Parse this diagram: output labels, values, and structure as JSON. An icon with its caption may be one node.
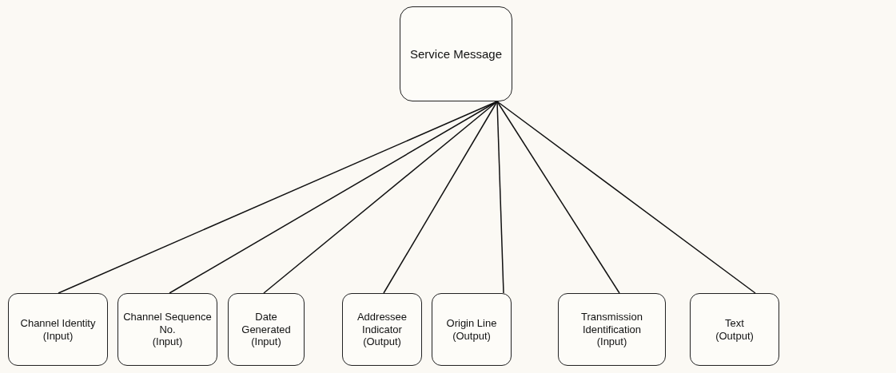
{
  "diagram": {
    "nodes": [
      {
        "text": [
          "Service Message"
        ]
      },
      {
        "text": [
          "Channel Identity",
          "(Input)"
        ]
      },
      {
        "text": [
          "Channel Sequence No.",
          "(Input)"
        ]
      },
      {
        "text": [
          "Date Generated",
          "(Input)"
        ]
      },
      {
        "text": [
          "Addressee Indicator",
          "(Output)"
        ]
      },
      {
        "text": [
          "Origin Line",
          "(Output)"
        ]
      },
      {
        "text": [
          "Transmission Identification",
          "(Input)"
        ]
      },
      {
        "text": [
          "Text",
          "(Output)"
        ]
      }
    ],
    "edges": [
      {
        "from": 0,
        "to": 1,
        "arrow": "none"
      },
      {
        "from": 0,
        "to": 2,
        "arrow": "none"
      },
      {
        "from": 0,
        "to": 3,
        "arrow": "none"
      },
      {
        "from": 0,
        "to": 4,
        "arrow": "none"
      },
      {
        "from": 0,
        "to": 5,
        "arrow": "none"
      },
      {
        "from": 0,
        "to": 6,
        "arrow": "none"
      },
      {
        "from": 0,
        "to": 7,
        "arrow": "none"
      }
    ]
  }
}
